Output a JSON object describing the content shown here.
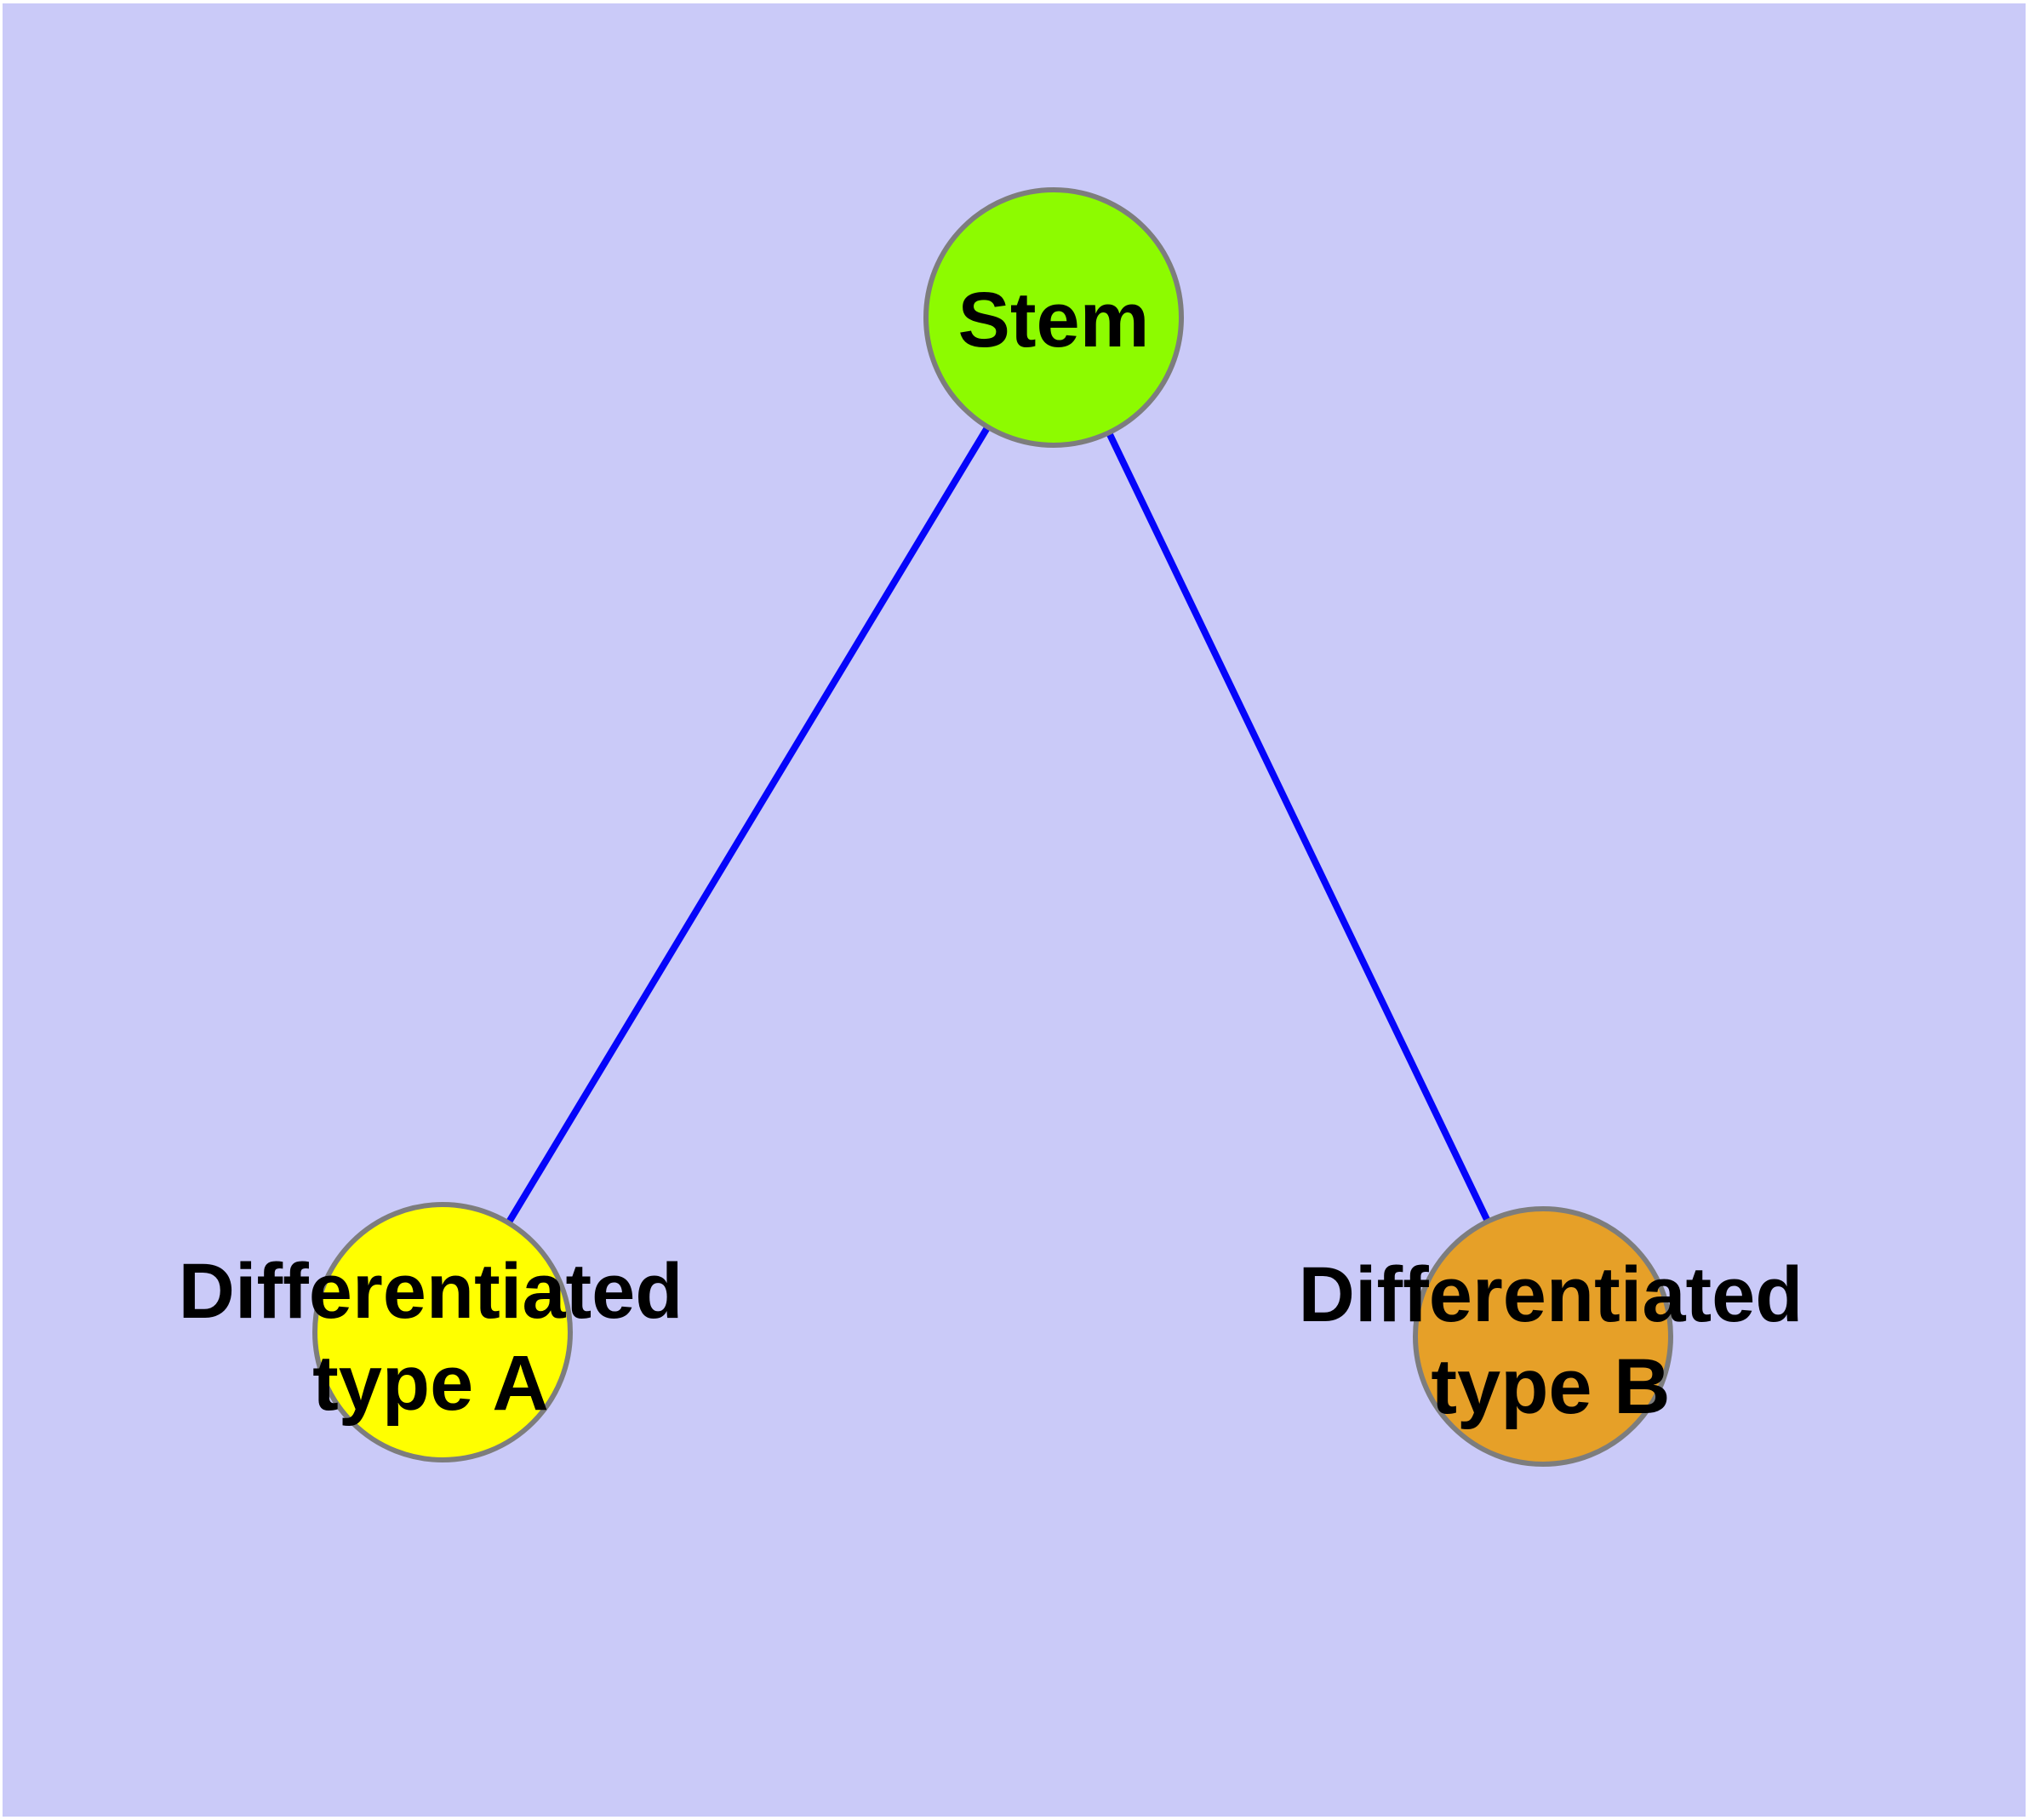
{
  "diagram": {
    "type": "graph",
    "colors": {
      "frame": "#FFFFFF",
      "background": "#CACAF8",
      "edge": "#0505FA",
      "node_border": "#7D7D7D",
      "label": "#000000"
    },
    "nodes": {
      "stem": {
        "label": "Stem",
        "color": "#8DFB00"
      },
      "type_a": {
        "label_line1": "Differentiated",
        "label_line2": "type A",
        "color": "#FFFF00"
      },
      "type_b": {
        "label_line1": "Differentiated",
        "label_line2": "type B",
        "color": "#E6A028"
      }
    },
    "edges": [
      {
        "from": "Stem",
        "to": "Differentiated type A"
      },
      {
        "from": "Stem",
        "to": "Differentiated type B"
      }
    ]
  }
}
